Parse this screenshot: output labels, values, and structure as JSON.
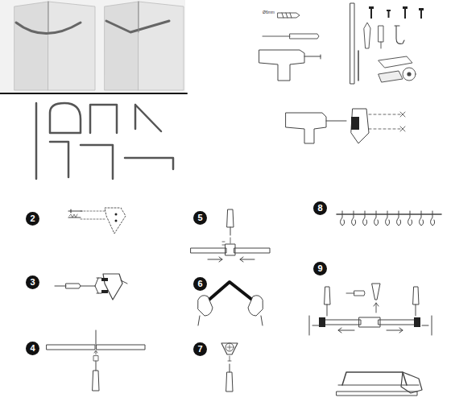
{
  "diagram": {
    "nodes": [
      {
        "text": [
          "2"
        ]
      },
      {
        "text": [
          "3"
        ]
      },
      {
        "text": [
          "4"
        ]
      },
      {
        "text": [
          "5"
        ]
      },
      {
        "text": [
          "6"
        ]
      },
      {
        "text": [
          "7"
        ]
      },
      {
        "text": [
          "8"
        ]
      },
      {
        "text": [
          "9"
        ]
      }
    ],
    "labels": [
      "Ø6mm"
    ]
  }
}
